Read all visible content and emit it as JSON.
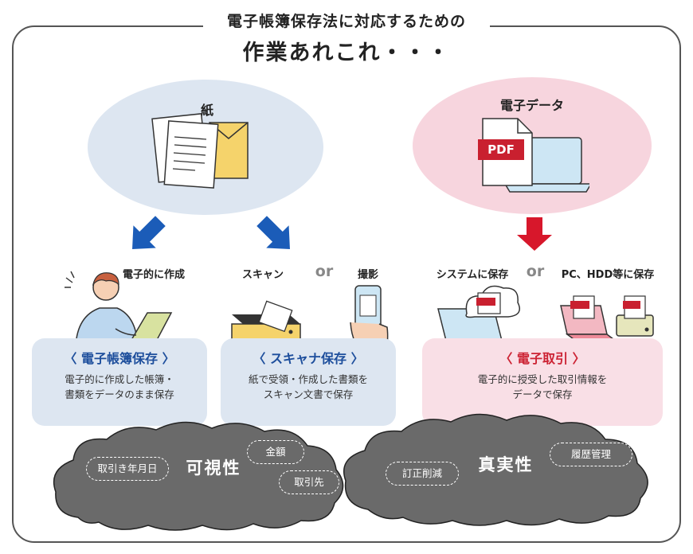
{
  "title": {
    "line1": "電子帳簿保存法に対応するための",
    "line2": "作業あれこれ・・・"
  },
  "sources": {
    "paper": "紙",
    "electronic": "電子データ"
  },
  "methods": {
    "electronic_creation": "電子的に作成",
    "scan": "スキャン",
    "or1": "or",
    "photo": "撮影",
    "system_save": "システムに保存",
    "or2": "or",
    "pc_save": "PC、HDD等に保存"
  },
  "file_label": "PDF",
  "cards": [
    {
      "title": "〈 電子帳簿保存 〉",
      "desc1": "電子的に作成した帳簿・",
      "desc2": "書類をデータのまま保存"
    },
    {
      "title": "〈 スキャナ保存 〉",
      "desc1": "紙で受領・作成した書類を",
      "desc2": "スキャン文書で保存"
    },
    {
      "title": "〈 電子取引 〉",
      "desc1": "電子的に授受した取引情報を",
      "desc2": "データで保存"
    }
  ],
  "clouds": [
    {
      "title": "可視性",
      "items": [
        "取引き年月日",
        "金額",
        "取引先"
      ]
    },
    {
      "title": "真実性",
      "items": [
        "訂正削減",
        "履歴管理"
      ]
    }
  ],
  "colors": {
    "blue_arrow": "#1b5cb8",
    "red_arrow": "#d7172b",
    "blue_bubble": "#dde6f1",
    "pink_bubble": "#f7d5de",
    "blue_card": "#dde6f1",
    "pink_card": "#f9dfe6",
    "cloud": "#6a6a6a"
  }
}
